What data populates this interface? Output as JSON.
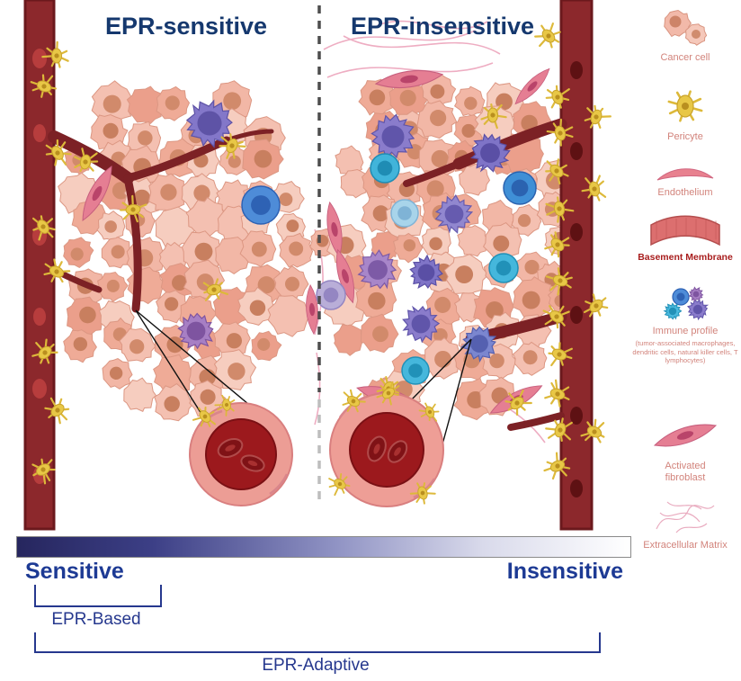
{
  "titles": {
    "left": "EPR-sensitive",
    "right": "EPR-insensitive"
  },
  "legend": {
    "items": [
      {
        "label": "Cancer cell"
      },
      {
        "label": "Pericyte"
      },
      {
        "label": "Endothelium"
      },
      {
        "label": "Basement Membrane"
      },
      {
        "label": "Immune profile",
        "sublabel": "(tumor-associated macrophages, dendritic cells, natural killer cells, T lymphocytes)"
      },
      {
        "label": "Activated fibroblast"
      },
      {
        "label": "Extracellular Matrix"
      }
    ]
  },
  "scale": {
    "left_label": "Sensitive",
    "right_label": "Insensitive",
    "gradient_start": "#26265e",
    "gradient_end": "#ffffff"
  },
  "brackets": {
    "epr_based": "EPR-Based",
    "epr_adaptive": "EPR-Adaptive"
  },
  "colors": {
    "title_navy": "#15386e",
    "scale_navy": "#1d3a94",
    "legend_label_pink": "#d2837b",
    "basement_membrane_red": "#a81d1d",
    "vessel_red": "#8c282c",
    "pericyte_yellow": "#e8c746",
    "cancer_cell_pink": "#f2b9a9",
    "immune_purple": "#8a7ccb",
    "immune_blue": "#4e8cd8",
    "immune_cyan": "#49b9dd",
    "fibroblast_pink": "#e57e93"
  }
}
